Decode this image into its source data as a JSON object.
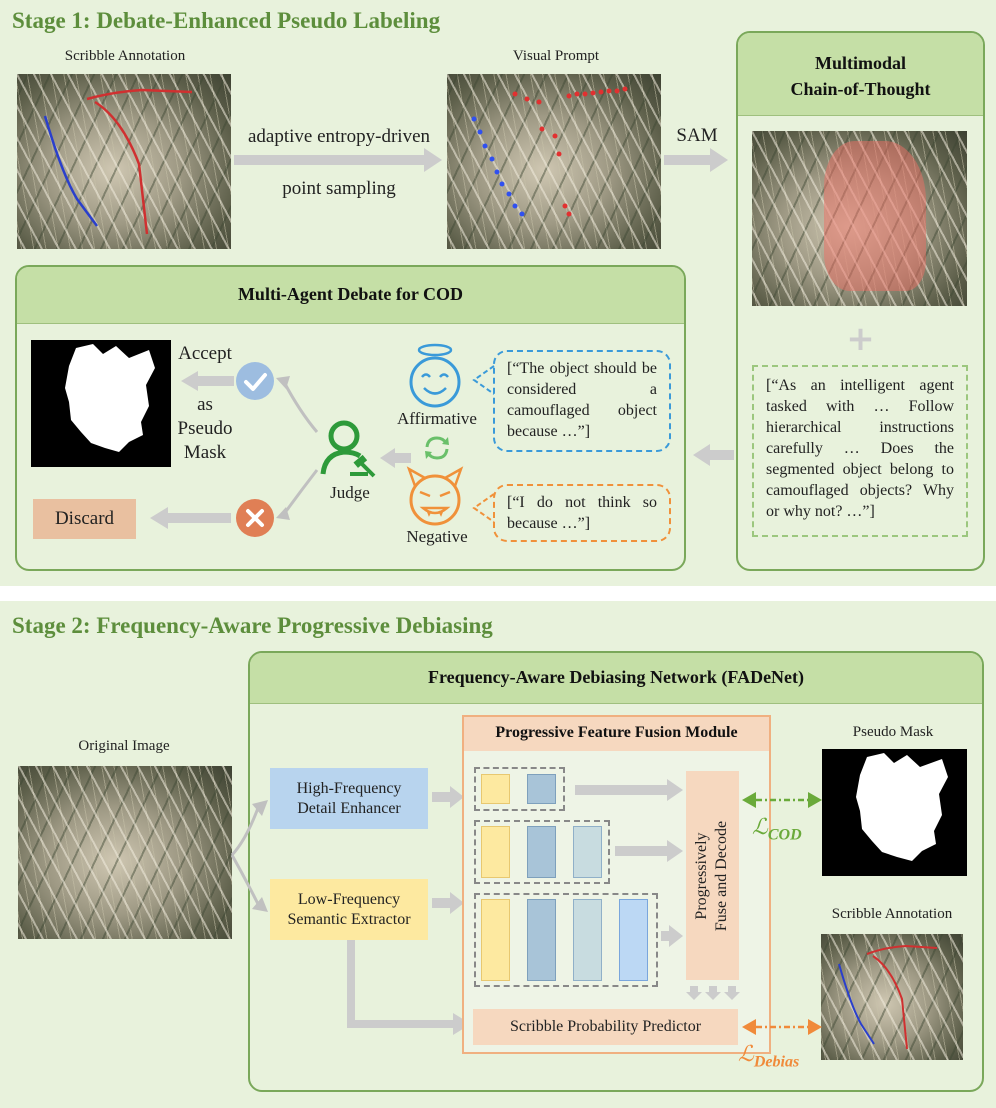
{
  "stage1": {
    "title": "Stage 1: Debate-Enhanced Pseudo Labeling",
    "scribble_label": "Scribble Annotation",
    "visual_prompt_label": "Visual Prompt",
    "sampling_line1": "adaptive entropy-driven",
    "sampling_line2": "point sampling",
    "sam_label": "SAM",
    "cot": {
      "title_line1": "Multimodal",
      "title_line2": "Chain-of-Thought",
      "plus": "+",
      "prompt_text": "[“As an intelligent agent tasked with … Follow hierarchical instructions carefully … Does the segmented object belong to camouflaged objects? Why or why not? …”]"
    },
    "debate": {
      "title": "Multi-Agent Debate for COD",
      "accept_label": "Accept",
      "as_label": "as",
      "pseudo_label": "Pseudo",
      "mask_label": "Mask",
      "discard_label": "Discard",
      "judge_label": "Judge",
      "affirmative_label": "Affirmative",
      "negative_label": "Negative",
      "affirmative_text": "[“The object should be considered a camouflaged object because …”]",
      "negative_text": "[“I do not think so because …”]"
    }
  },
  "stage2": {
    "title": "Stage 2: Frequency-Aware Progressive Debiasing",
    "original_label": "Original Image",
    "network_title": "Frequency-Aware Debiasing Network (FADeNet)",
    "high_freq_line1": "High-Frequency",
    "high_freq_line2": "Detail Enhancer",
    "low_freq_line1": "Low-Frequency",
    "low_freq_line2": "Semantic Extractor",
    "pffm_title": "Progressive Feature Fusion Module",
    "fuse_line1": "Progressively",
    "fuse_line2": "Fuse and Decode",
    "spp_label": "Scribble Probability Predictor",
    "pseudo_mask_label": "Pseudo Mask",
    "scribble_label": "Scribble Annotation",
    "loss_cod_symbol": "ℒ",
    "loss_cod_sub": "COD",
    "loss_debias_symbol": "ℒ",
    "loss_debias_sub": "Debias"
  },
  "colors": {
    "stage_green": "#5d8e3c",
    "panel_bg": "#e8f2dc",
    "header_green": "#c5dfa6",
    "affirmative_blue": "#3a9ad9",
    "negative_orange": "#f0913a",
    "accept_blue": "#9dbde0",
    "reject_orange": "#e07f55",
    "judge_green": "#2e9a3a",
    "high_freq_blue": "#b8d4ee",
    "low_freq_yellow": "#fde9a0",
    "pffm_peach": "#f6d8bf",
    "discard_peach": "#e9c0a0",
    "loss_green": "#6aaa3a",
    "loss_orange": "#f08a3a",
    "scribble_red": "#d03030",
    "scribble_blue": "#2a3fcc"
  },
  "icons": [
    "check-circle-icon",
    "cross-circle-icon",
    "judge-icon",
    "angel-face-icon",
    "devil-face-icon",
    "cycle-arrows-icon",
    "plus-icon"
  ]
}
